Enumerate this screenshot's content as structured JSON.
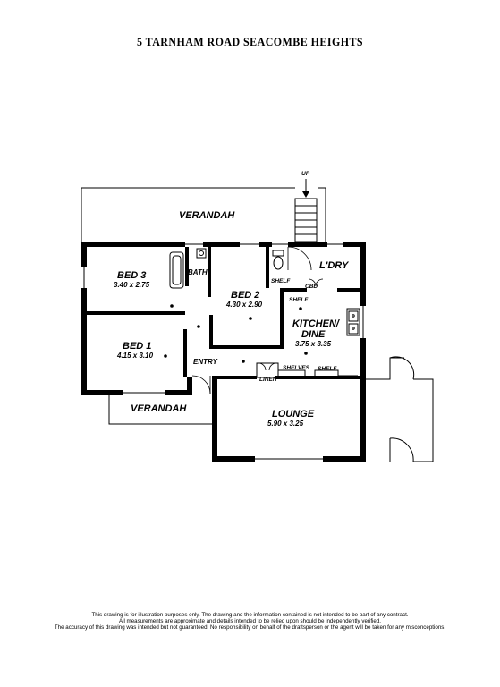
{
  "title": "5 TARNHAM ROAD SEACOMBE HEIGHTS",
  "rooms": {
    "verandah_top": {
      "label": "VERANDAH"
    },
    "verandah_bottom": {
      "label": "VERANDAH"
    },
    "bed3": {
      "label": "BED 3",
      "dims": "3.40 x 2.75"
    },
    "bath": {
      "label": "BATH"
    },
    "bed2": {
      "label": "BED 2",
      "dims": "4.30 x 2.90"
    },
    "ldry": {
      "label": "L'DRY"
    },
    "bed1": {
      "label": "BED 1",
      "dims": "4.15 x 3.10"
    },
    "kitchen": {
      "label_line1": "KITCHEN/",
      "label_line2": "DINE",
      "dims": "3.75 x 3.35"
    },
    "entry": {
      "label": "ENTRY"
    },
    "lounge": {
      "label": "LOUNGE",
      "dims": "5.90 x 3.25"
    }
  },
  "fixtures": {
    "up": "UP",
    "shelf_ldry": "SHELF",
    "cbd": "CBD",
    "shelf_kitchen": "SHELF",
    "shelves": "SHELVES",
    "shelf_small": "SHELF",
    "linen": "LINEN"
  },
  "disclaimer": {
    "line1": "This drawing is for illustration purposes only. The drawing and the information contained is not intended to be part of any contract.",
    "line2": "All measurements are approximate and details intended to be relied upon should be independently verified.",
    "line3": "The accuracy of this drawing was intended but not guaranteed. No responsibility on behalf of the draftsperson or the agent will be taken for any misconceptions."
  }
}
